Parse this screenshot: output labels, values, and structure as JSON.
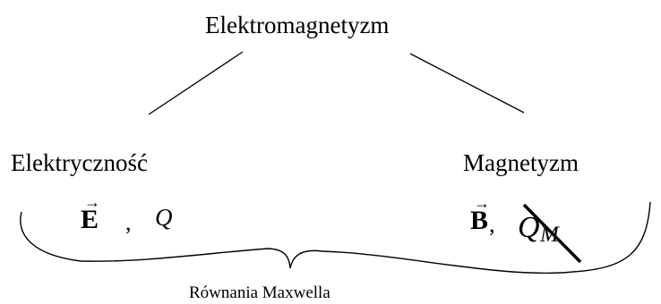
{
  "diagram": {
    "root": "Elektromagnetyzm",
    "left": {
      "title": "Elektryczność",
      "vector": "E",
      "separator": ",",
      "charge": "Q"
    },
    "right": {
      "title": "Magnetyzm",
      "vector": "B",
      "separator": ",",
      "charge": "Q",
      "charge_subscript": "M",
      "charge_crossed_out": true
    },
    "brace_label": "Równania Maxwella",
    "vector_arrow": "→",
    "stroke_color": "#000000",
    "text_color": "#000000"
  }
}
